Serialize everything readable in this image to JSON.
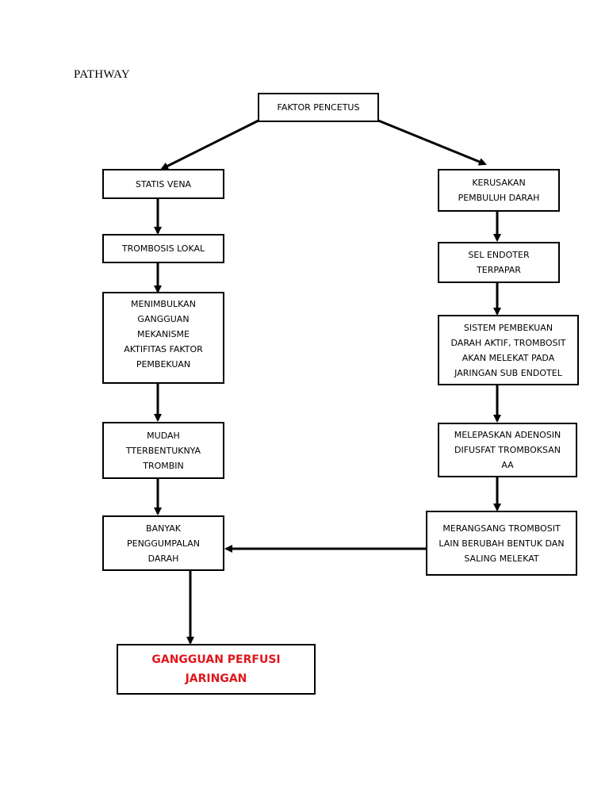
{
  "header": {
    "title": "PATHWAY"
  },
  "nodes": {
    "faktor_pencetus": "FAKTOR PENCETUS",
    "statis_vena": "STATIS VENA",
    "trombosis_lokal": "TROMBOSIS LOKAL",
    "menimbulkan_gangguan": "MENIMBULKAN\nGANGGUAN\nMEKANISME\nAKTIFITAS FAKTOR\nPEMBEKUAN",
    "mudah_terbentuk": "MUDAH\nTTERBENTUKNYA\nTROMBIN",
    "banyak_penggumpalan": "BANYAK\nPENGGUMPALAN\nDARAH",
    "kerusakan_pembuluh": "KERUSAKAN\nPEMBULUH DARAH",
    "sel_endoter": "SEL ENDOTER\nTERPAPAR",
    "sistem_pembekuan": "SISTEM PEMBEKUAN\nDARAH AKTIF, TROMBOSIT\nAKAN MELEKAT PADA\nJARINGAN SUB ENDOTEL",
    "melepaskan_adenosin": "MELEPASKAN ADENOSIN\nDIFUSFAT TROMBOKSAN\nAA",
    "merangsang_trombosit": "MERANGSANG TROMBOSIT\nLAIN BERUBAH BENTUK DAN\nSALING MELEKAT",
    "gangguan_perfusi": "GANGGUAN PERFUSI\nJARINGAN"
  },
  "colors": {
    "line": "#000000",
    "final_text": "#e0161b"
  }
}
